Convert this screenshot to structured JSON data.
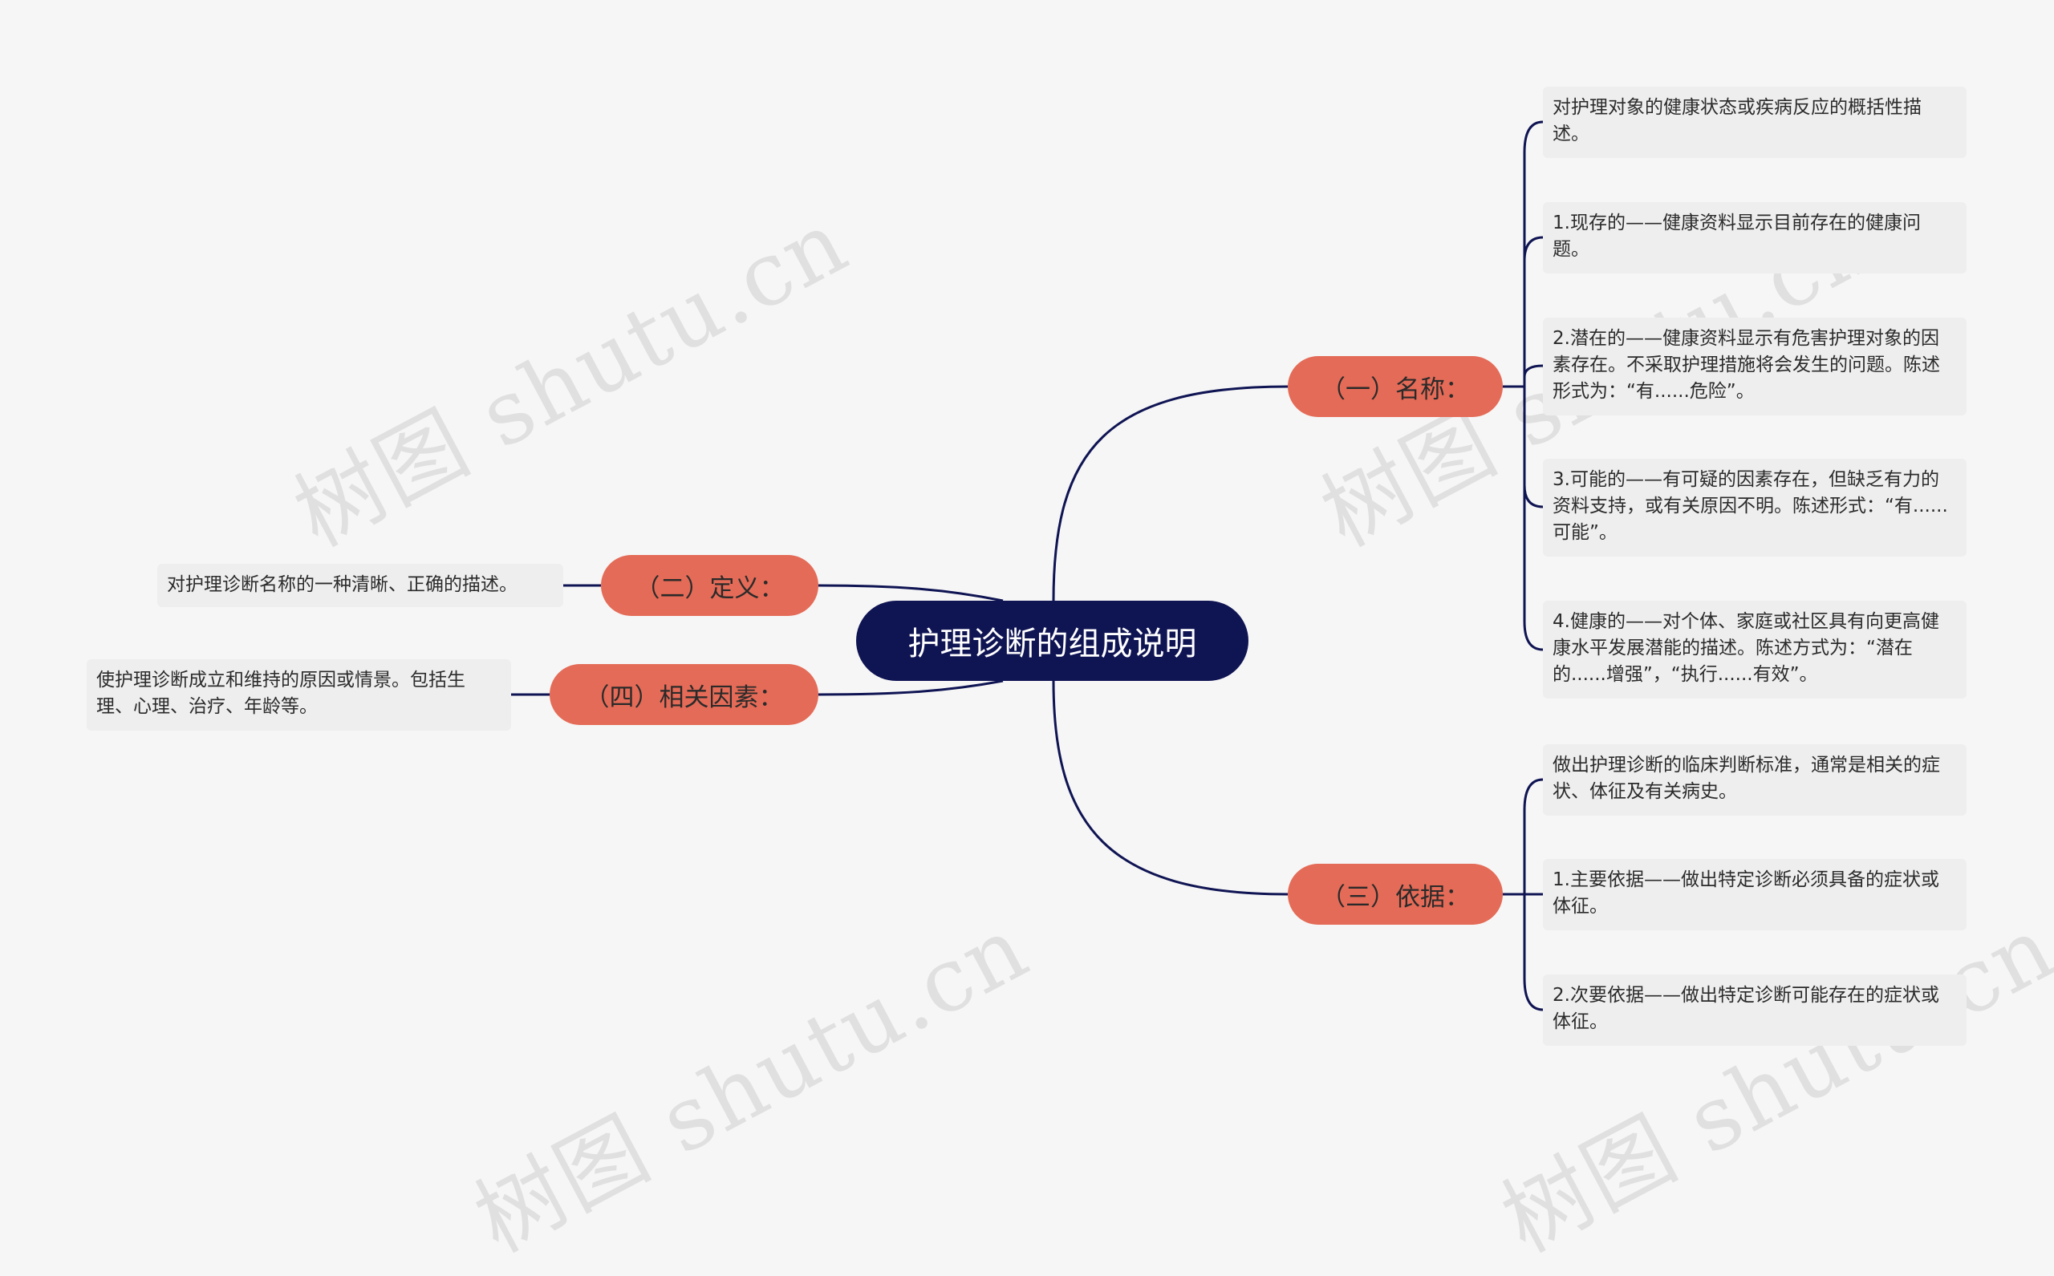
{
  "root": {
    "label": "护理诊断的组成说明"
  },
  "branches": {
    "name": {
      "label": "（一）名称：",
      "items": [
        "对护理对象的健康状态或疾病反应的概括性描述。",
        "1.现存的——健康资料显示目前存在的健康问题。",
        "2.潜在的——健康资料显示有危害护理对象的因素存在。不采取护理措施将会发生的问题。陈述形式为：“有......危险”。",
        "3.可能的——有可疑的因素存在，但缺乏有力的资料支持，或有关原因不明。陈述形式：“有......可能”。",
        "4.健康的——对个体、家庭或社区具有向更高健康水平发展潜能的描述。陈述方式为：“潜在的......增强”，“执行......有效”。"
      ]
    },
    "definition": {
      "label": "（二）定义：",
      "items": [
        "对护理诊断名称的一种清晰、正确的描述。"
      ]
    },
    "basis": {
      "label": "（三）依据：",
      "items": [
        "做出护理诊断的临床判断标准，通常是相关的症状、体征及有关病史。",
        "1.主要依据——做出特定诊断必须具备的症状或体征。",
        "2.次要依据——做出特定诊断可能存在的症状或体征。"
      ]
    },
    "factors": {
      "label": "（四）相关因素：",
      "items": [
        "使护理诊断成立和维持的原因或情景。包括生理、心理、治疗、年龄等。"
      ]
    }
  },
  "watermark": "树图 shutu.cn",
  "colors": {
    "background": "#f6f6f6",
    "root": "#0f1453",
    "branch": "#e46b57",
    "leaf": "#eeeeee",
    "line": "#0f1453"
  }
}
